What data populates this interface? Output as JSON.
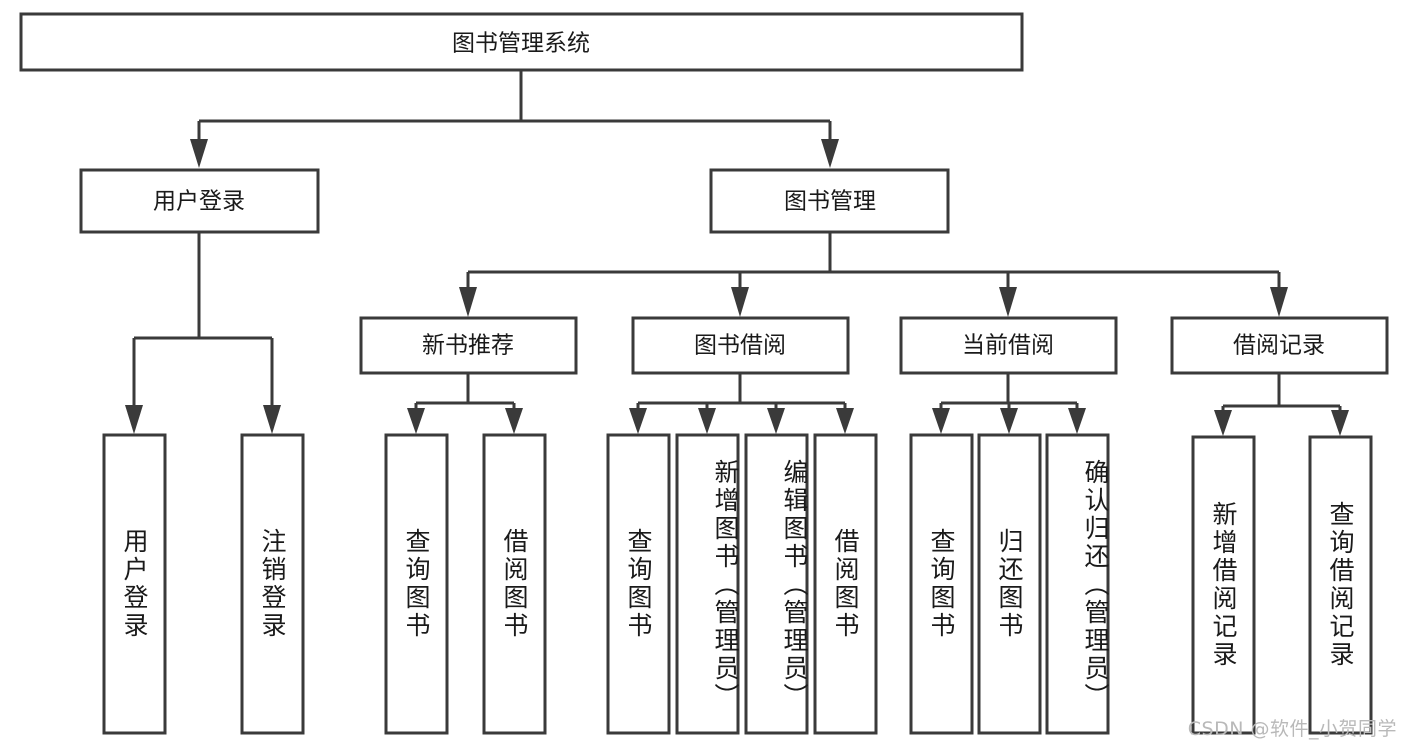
{
  "diagram": {
    "title": "图书管理系统",
    "type": "tree",
    "orientation": "top-down",
    "root": {
      "id": "root",
      "label": "图书管理系统"
    },
    "level1": [
      {
        "id": "user-login",
        "label": "用户登录"
      },
      {
        "id": "book-management",
        "label": "图书管理"
      }
    ],
    "level2": [
      {
        "id": "new-book-recommend",
        "label": "新书推荐",
        "parent": "book-management"
      },
      {
        "id": "book-borrow",
        "label": "图书借阅",
        "parent": "book-management"
      },
      {
        "id": "current-borrow",
        "label": "当前借阅",
        "parent": "book-management"
      },
      {
        "id": "borrow-record",
        "label": "借阅记录",
        "parent": "book-management"
      }
    ],
    "leaves": [
      {
        "id": "leaf-user-login",
        "label": "用户登录",
        "parent": "user-login"
      },
      {
        "id": "leaf-logout-login",
        "label": "注销登录",
        "parent": "user-login"
      },
      {
        "id": "leaf-query-book-1",
        "label": "查询图书",
        "parent": "new-book-recommend"
      },
      {
        "id": "leaf-borrow-book-1",
        "label": "借阅图书",
        "parent": "new-book-recommend"
      },
      {
        "id": "leaf-query-book-2",
        "label": "查询图书",
        "parent": "book-borrow"
      },
      {
        "id": "leaf-add-book",
        "label": "新增图书（管理员）",
        "parent": "book-borrow"
      },
      {
        "id": "leaf-edit-book",
        "label": "编辑图书（管理员）",
        "parent": "book-borrow"
      },
      {
        "id": "leaf-borrow-book-2",
        "label": "借阅图书",
        "parent": "book-borrow"
      },
      {
        "id": "leaf-query-book-3",
        "label": "查询图书",
        "parent": "current-borrow"
      },
      {
        "id": "leaf-return-book",
        "label": "归还图书",
        "parent": "current-borrow"
      },
      {
        "id": "leaf-confirm-return",
        "label": "确认归还（管理员）",
        "parent": "current-borrow"
      },
      {
        "id": "leaf-add-borrow-record",
        "label": "新增借阅记录",
        "parent": "borrow-record"
      },
      {
        "id": "leaf-query-borrow-record",
        "label": "查询借阅记录",
        "parent": "borrow-record"
      }
    ]
  },
  "watermark": {
    "text": "CSDN @软件_小贺同学"
  },
  "colors": {
    "stroke": "#3a3a3a",
    "box_fill": "#ffffff",
    "text": "#1a1a1a",
    "background": "#ffffff",
    "watermark": "#b9b9b9"
  }
}
